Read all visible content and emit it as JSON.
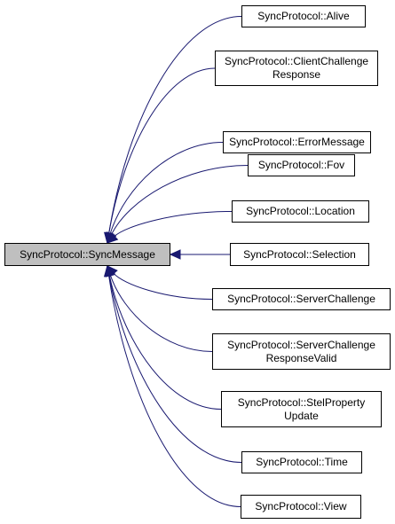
{
  "colors": {
    "edge": "#191970",
    "root_fill": "#bfbfbf",
    "node_fill": "#ffffff",
    "border": "#000000"
  },
  "diagram": {
    "root": {
      "label": "SyncProtocol::SyncMessage"
    },
    "derived": [
      {
        "lines": [
          "SyncProtocol::Alive"
        ]
      },
      {
        "lines": [
          "SyncProtocol::ClientChallenge",
          "Response"
        ]
      },
      {
        "lines": [
          "SyncProtocol::ErrorMessage"
        ]
      },
      {
        "lines": [
          "SyncProtocol::Fov"
        ]
      },
      {
        "lines": [
          "SyncProtocol::Location"
        ]
      },
      {
        "lines": [
          "SyncProtocol::Selection"
        ]
      },
      {
        "lines": [
          "SyncProtocol::ServerChallenge"
        ]
      },
      {
        "lines": [
          "SyncProtocol::ServerChallenge",
          "ResponseValid"
        ]
      },
      {
        "lines": [
          "SyncProtocol::StelProperty",
          "Update"
        ]
      },
      {
        "lines": [
          "SyncProtocol::Time"
        ]
      },
      {
        "lines": [
          "SyncProtocol::View"
        ]
      }
    ]
  }
}
